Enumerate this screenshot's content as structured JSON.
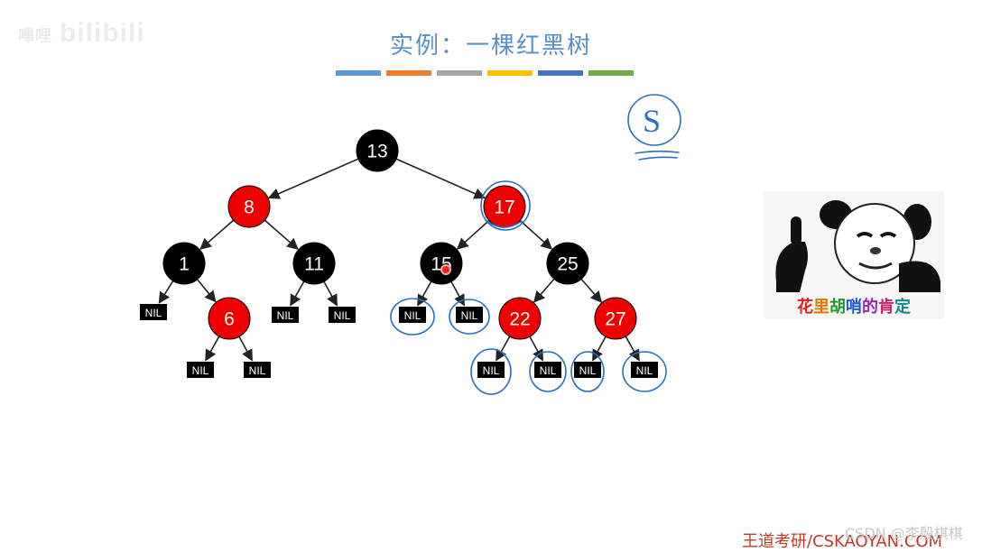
{
  "watermark": {
    "prefix": "嗶哩",
    "logo": "bilibili"
  },
  "slide": {
    "title": "实例：一棵红黑树",
    "color_bar": [
      "#5b9bd5",
      "#ed7d31",
      "#a5a5a5",
      "#ffc000",
      "#4472c4",
      "#70ad47"
    ]
  },
  "annotation": {
    "symbol": "S"
  },
  "tree": {
    "colors": {
      "red": "#ee0000",
      "black": "#000000",
      "arrow": "#222222",
      "ink": "#2a6fc0"
    },
    "nodes": [
      {
        "id": "n13",
        "label": "13",
        "color": "black"
      },
      {
        "id": "n8",
        "label": "8",
        "color": "red"
      },
      {
        "id": "n17",
        "label": "17",
        "color": "red"
      },
      {
        "id": "n1",
        "label": "1",
        "color": "black"
      },
      {
        "id": "n11",
        "label": "11",
        "color": "black"
      },
      {
        "id": "n15",
        "label": "15",
        "color": "black"
      },
      {
        "id": "n25",
        "label": "25",
        "color": "black"
      },
      {
        "id": "n6",
        "label": "6",
        "color": "red"
      },
      {
        "id": "n22",
        "label": "22",
        "color": "red"
      },
      {
        "id": "n27",
        "label": "27",
        "color": "red"
      }
    ],
    "nil_label": "NIL",
    "edges": [
      [
        "n13",
        "n8"
      ],
      [
        "n13",
        "n17"
      ],
      [
        "n8",
        "n1"
      ],
      [
        "n8",
        "n11"
      ],
      [
        "n17",
        "n15"
      ],
      [
        "n17",
        "n25"
      ],
      [
        "n1",
        "nil1"
      ],
      [
        "n1",
        "n6"
      ],
      [
        "n11",
        "nil2"
      ],
      [
        "n11",
        "nil3"
      ],
      [
        "n15",
        "nil4"
      ],
      [
        "n15",
        "nil5"
      ],
      [
        "n25",
        "n22"
      ],
      [
        "n25",
        "n27"
      ],
      [
        "n6",
        "nil6"
      ],
      [
        "n6",
        "nil7"
      ],
      [
        "n22",
        "nil8"
      ],
      [
        "n22",
        "nil9"
      ],
      [
        "n27",
        "nil10"
      ],
      [
        "n27",
        "nil11"
      ]
    ]
  },
  "meme": {
    "caption": [
      "花",
      "里",
      "胡",
      "哨",
      "的",
      "肯",
      "定"
    ],
    "caption_colors": [
      "#e02020",
      "#e07b00",
      "#1a9b2a",
      "#1f5bd6",
      "#9b27b0",
      "#d11b6f",
      "#0e8a8a"
    ]
  },
  "footer": {
    "brand": "王道考研/CSKAOYAN.COM",
    "csdn": "CSDN @李殷棋棋"
  }
}
